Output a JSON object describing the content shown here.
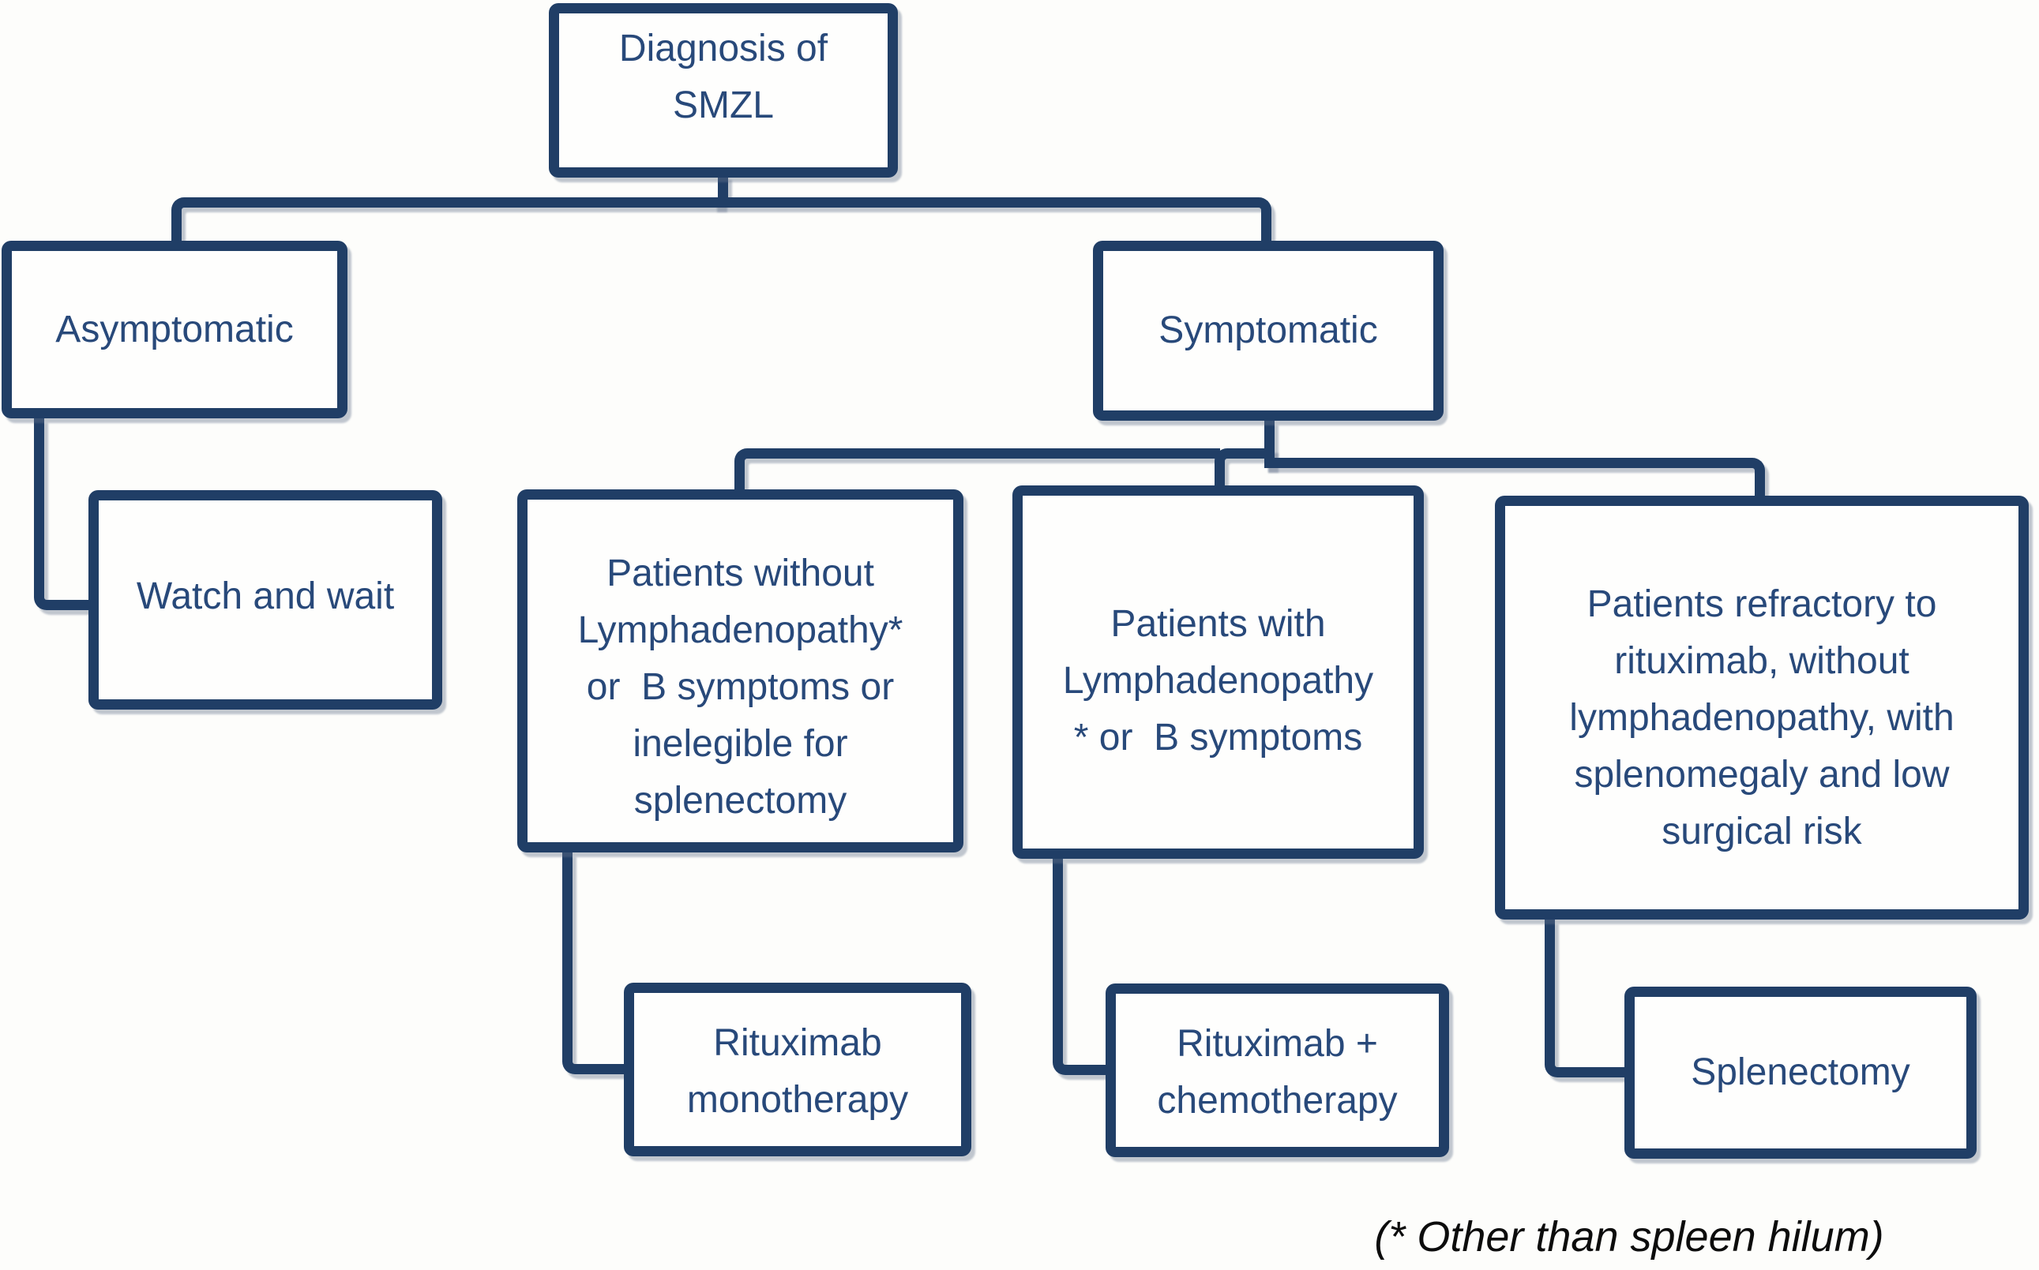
{
  "flowchart": {
    "nodes": {
      "diagnosis": {
        "label": "Diagnosis of\nSMZL"
      },
      "asymptomatic": {
        "label": "Asymptomatic"
      },
      "symptomatic": {
        "label": "Symptomatic"
      },
      "watch_wait": {
        "label": "Watch and wait"
      },
      "no_lymphadenopathy": {
        "label": "Patients without\nLymphadenopathy*\nor  B symptoms or\ninelegible for\nsplenectomy"
      },
      "with_lymphadenopathy": {
        "label": "Patients with\nLymphadenopathy\n* or  B symptoms"
      },
      "refractory": {
        "label": "Patients refractory to\nrituximab, without\nlymphadenopathy, with\nsplenomegaly and low\nsurgical risk"
      },
      "rituximab_mono": {
        "label": "Rituximab\nmonotherapy"
      },
      "rituximab_chemo": {
        "label": "Rituximab +\nchemotherapy"
      },
      "splenectomy": {
        "label": "Splenectomy"
      }
    },
    "footnote": "(* Other than spleen hilum)",
    "colors": {
      "line": "#203e66",
      "box_border": "#203e66",
      "box_text": "#28497a",
      "footnote_text": "#0c0c0c",
      "background": "#fdfdfb"
    }
  }
}
